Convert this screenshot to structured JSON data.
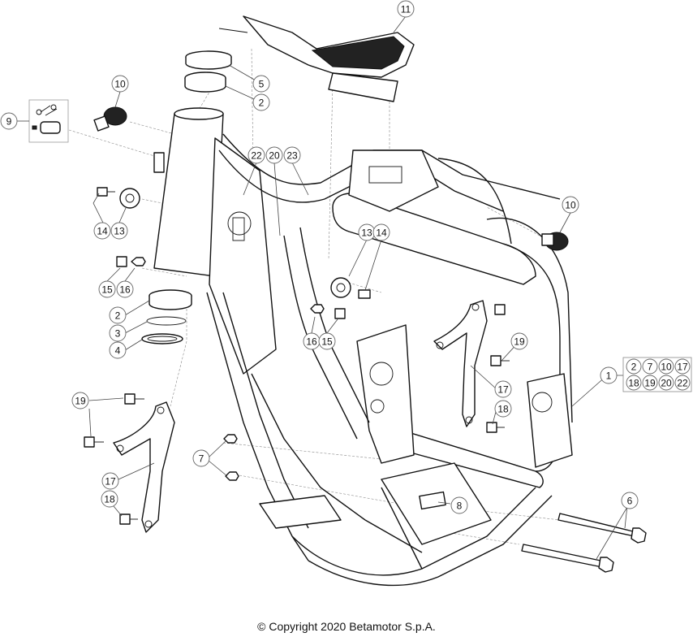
{
  "copyright": "© Copyright 2020 Betamotor S.p.A.",
  "callouts": [
    {
      "id": "c11",
      "text": "11"
    },
    {
      "id": "c5",
      "text": "5"
    },
    {
      "id": "c2a",
      "text": "2"
    },
    {
      "id": "c10a",
      "text": "10"
    },
    {
      "id": "c9",
      "text": "9"
    },
    {
      "id": "c22",
      "text": "22"
    },
    {
      "id": "c20",
      "text": "20"
    },
    {
      "id": "c23",
      "text": "23"
    },
    {
      "id": "c14a",
      "text": "14"
    },
    {
      "id": "c13a",
      "text": "13"
    },
    {
      "id": "c10b",
      "text": "10"
    },
    {
      "id": "c13b",
      "text": "13"
    },
    {
      "id": "c14b",
      "text": "14"
    },
    {
      "id": "c15a",
      "text": "15"
    },
    {
      "id": "c16a",
      "text": "16"
    },
    {
      "id": "c2b",
      "text": "2"
    },
    {
      "id": "c3",
      "text": "3"
    },
    {
      "id": "c4",
      "text": "4"
    },
    {
      "id": "c16b",
      "text": "16"
    },
    {
      "id": "c15b",
      "text": "15"
    },
    {
      "id": "c19a",
      "text": "19"
    },
    {
      "id": "c1",
      "text": "1"
    },
    {
      "id": "c17a",
      "text": "17"
    },
    {
      "id": "c18a",
      "text": "18"
    },
    {
      "id": "c19b",
      "text": "19"
    },
    {
      "id": "c17b",
      "text": "17"
    },
    {
      "id": "c18b",
      "text": "18"
    },
    {
      "id": "c7",
      "text": "7"
    },
    {
      "id": "c8",
      "text": "8"
    },
    {
      "id": "c6",
      "text": "6"
    }
  ],
  "kit_items": [
    {
      "text": "2"
    },
    {
      "text": "7"
    },
    {
      "text": "10"
    },
    {
      "text": "17"
    },
    {
      "text": "18"
    },
    {
      "text": "19"
    },
    {
      "text": "20"
    },
    {
      "text": "22"
    }
  ]
}
